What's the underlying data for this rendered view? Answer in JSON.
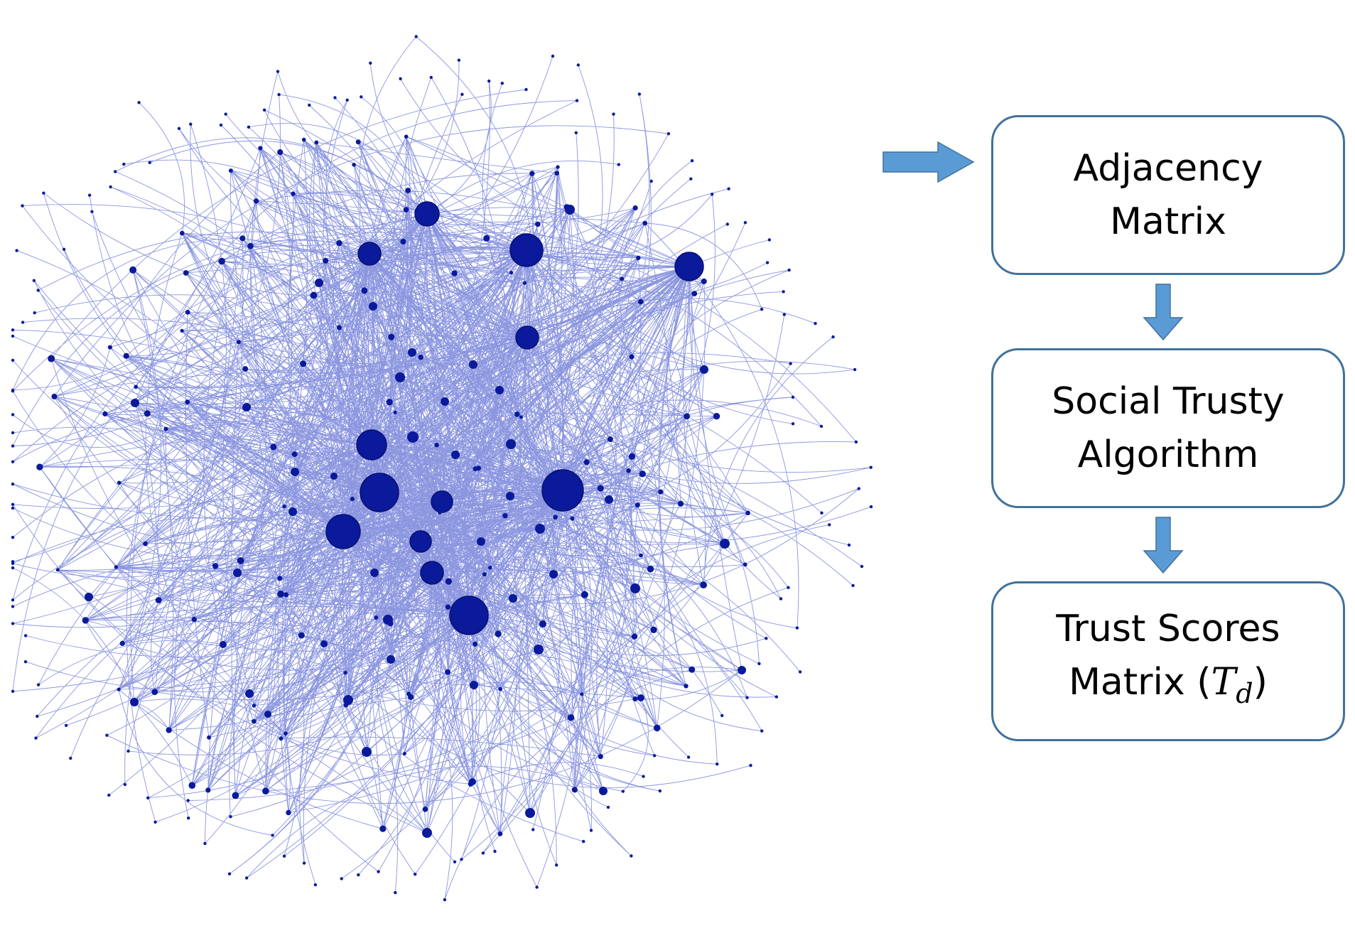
{
  "diagram": {
    "network": {
      "edge_color": "#4455cc",
      "node_color": "#0a1a9a"
    },
    "flow": {
      "arrow_color": "#5b9bd5",
      "box_border_color": "#41719c",
      "steps": [
        {
          "line1": "Adjacency",
          "line2": "Matrix"
        },
        {
          "line1": "Social Trusty",
          "line2": "Algorithm"
        },
        {
          "line1": "Trust Scores",
          "line2_prefix": "Matrix (",
          "math_symbol": "T",
          "math_subscript": "d",
          "line2_suffix": ")"
        }
      ]
    }
  }
}
